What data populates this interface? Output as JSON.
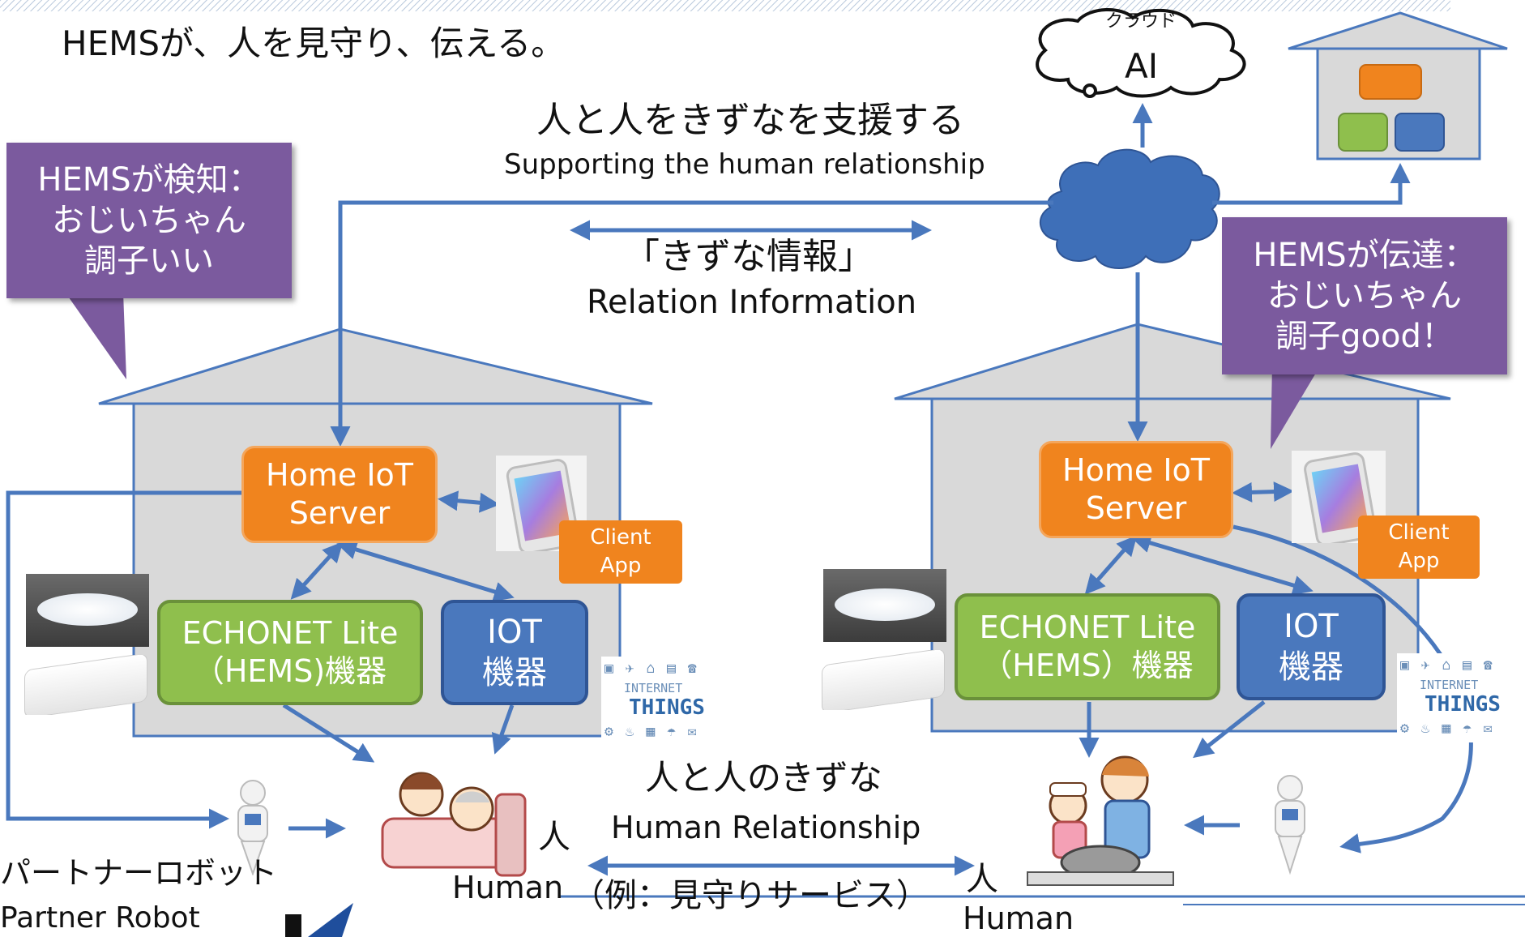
{
  "title": "HEMSが、人を見守り、伝える。",
  "cloud": {
    "top_label": "クラウド",
    "ai": "AI"
  },
  "support": {
    "jp": "人と人をきずなを支援する",
    "en": "Supporting the human relationship"
  },
  "relation_info": {
    "jp": "「きずな情報」",
    "en": "Relation Information"
  },
  "left_callout": {
    "line1": "HEMSが検知：",
    "line2": "おじいちゃん",
    "line3": "調子いい"
  },
  "right_callout": {
    "line1": "HEMSが伝達：",
    "line2": "おじいちゃん",
    "line3": "調子good！"
  },
  "left_house": {
    "server": {
      "line1": "Home IoT",
      "line2": "Server"
    },
    "client": {
      "line1": "Client",
      "line2": "App"
    },
    "echonet": {
      "line1": "ECHONET Lite",
      "line2": "（HEMS)機器"
    },
    "iot": {
      "line1": "IOT",
      "line2": "機器"
    }
  },
  "right_house": {
    "server": {
      "line1": "Home IoT",
      "line2": "Server"
    },
    "client": {
      "line1": "Client",
      "line2": "App"
    },
    "echonet": {
      "line1": "ECHONET Lite",
      "line2": "（HEMS）機器"
    },
    "iot": {
      "line1": "IOT",
      "line2": "機器"
    }
  },
  "human_relationship": {
    "jp": "人と人のきずな",
    "en": "Human Relationship"
  },
  "example": "（例：見守りサービス）",
  "human_left": {
    "jp": "人",
    "en": "Human"
  },
  "human_right": {
    "jp": "人",
    "en": "Human"
  },
  "robot": {
    "jp": "パートナーロボット",
    "en": "Partner Robot"
  },
  "iot_badge": {
    "line1": "INTERNET",
    "line2": "THINGS"
  },
  "colors": {
    "arrow": "#4a78bd",
    "house": "#d9d9d9",
    "callout": "#7b5a9e",
    "orange": "#f0841e",
    "green": "#8fbf4d",
    "blue": "#4a78bd"
  }
}
